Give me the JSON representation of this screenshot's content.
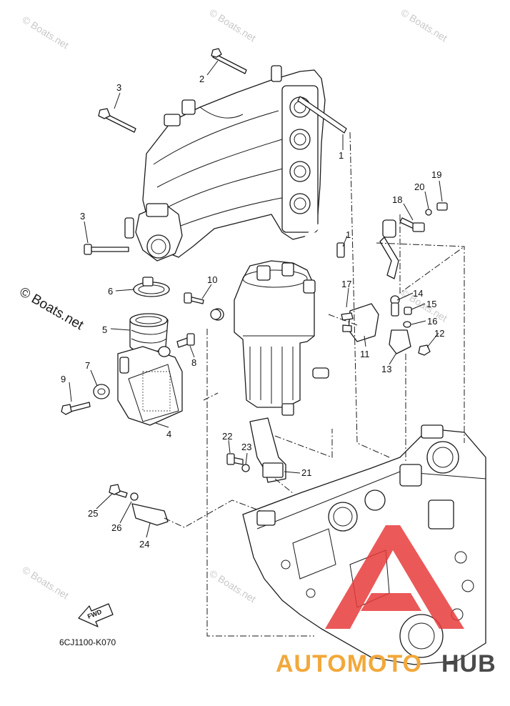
{
  "diagram": {
    "part_code": "6CJ1100-K070",
    "fwd_label": "FWD",
    "watermark_text": "© Boats.net",
    "brand": {
      "left": "AUTOMOTO",
      "right": "HUB",
      "left_color": "#f2a83a",
      "right_color": "#4a4a4a",
      "triangle_color": "#e83c3c"
    },
    "callouts": [
      "1",
      "1",
      "2",
      "3",
      "3",
      "4",
      "5",
      "6",
      "7",
      "8",
      "9",
      "10",
      "11",
      "12",
      "13",
      "14",
      "15",
      "16",
      "17",
      "18",
      "19",
      "20",
      "21",
      "22",
      "23",
      "24",
      "25",
      "26"
    ]
  }
}
